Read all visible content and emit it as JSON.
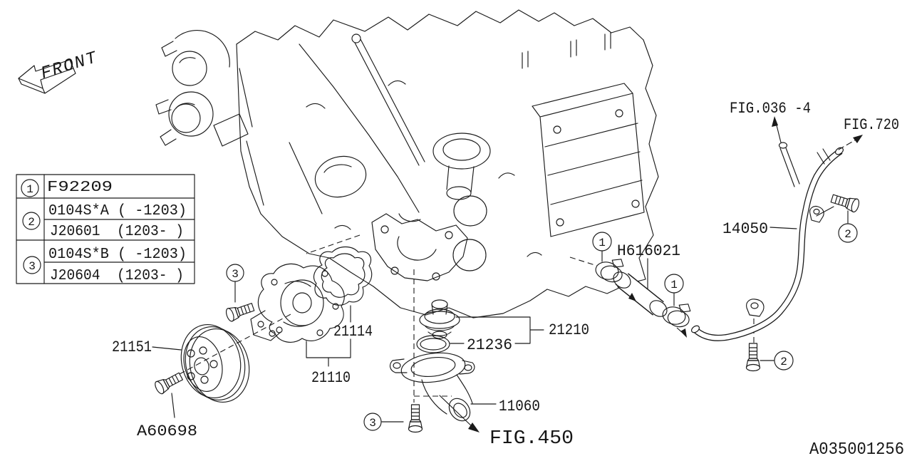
{
  "diagram": {
    "front_label": "FRONT",
    "drawing_number": "A035001256",
    "figures": {
      "fig036": "FIG.036 -4",
      "fig720": "FIG.720",
      "fig450": "FIG.450"
    },
    "legend": {
      "refs": [
        "1",
        "2",
        "3"
      ],
      "codes": [
        "F92209",
        "0104S*A ( -1203)",
        "J20601  (1203- )",
        "0104S*B ( -1203)",
        "J20604  (1203- )"
      ]
    },
    "parts": {
      "pulley": "21151",
      "pulley_bolt": "A60698",
      "water_pump": "21110",
      "pump_gasket": "21114",
      "thermostat": "21210",
      "thermostat_gasket": "21236",
      "water_outlet": "11060",
      "hose": "H616021",
      "water_pipe": "14050"
    },
    "callouts": {
      "hose_clamp_front": "1",
      "hose_clamp_rear": "1",
      "pipe_bolt_upper": "2",
      "pipe_bolt_lower": "2",
      "pump_bolt": "3",
      "outlet_bolt": "3"
    }
  }
}
